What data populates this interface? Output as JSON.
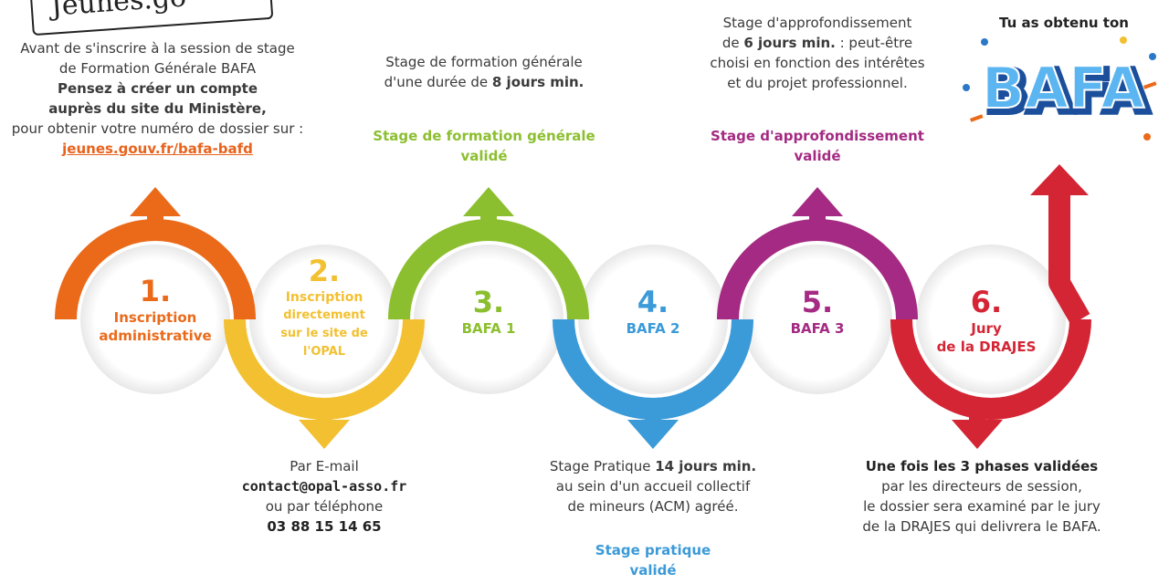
{
  "logo_text": "Jeunes.go",
  "colors": {
    "step1": "#ea6a1a",
    "step2": "#f2c030",
    "step3": "#8cbf2f",
    "step4": "#3b9ad8",
    "step5": "#a42a83",
    "step6": "#d42535",
    "link": "#e8621c"
  },
  "steps": [
    {
      "number": "1.",
      "label_lines": [
        "Inscription",
        "administrative"
      ]
    },
    {
      "number": "2.",
      "label_lines": [
        "Inscription",
        "directement",
        "sur le site de",
        "l'OPAL"
      ]
    },
    {
      "number": "3.",
      "label_lines": [
        "BAFA 1"
      ]
    },
    {
      "number": "4.",
      "label_lines": [
        "BAFA 2"
      ]
    },
    {
      "number": "5.",
      "label_lines": [
        "BAFA 3"
      ]
    },
    {
      "number": "6.",
      "label_lines": [
        "Jury",
        "de la DRAJES"
      ]
    }
  ],
  "top_left": {
    "line1": "Avant de s'inscrire à la session de stage",
    "line2": "de Formation Générale BAFA",
    "bold1": "Pensez à créer un compte",
    "bold2": "auprès du site du Ministère,",
    "line3": "pour obtenir votre numéro de dossier sur :",
    "link": "jeunes.gouv.fr/bafa-bafd"
  },
  "top_mid": {
    "line1": "Stage de formation générale",
    "line2_pre": "d'une durée de ",
    "line2_bold": "8 jours min.",
    "validated_1": "Stage de formation générale",
    "validated_2": "validé"
  },
  "top_right": {
    "line1": "Stage d'approfondissement",
    "line2_pre": "de ",
    "line2_bold": "6 jours min.",
    "line2_post": " : peut-être",
    "line3": "choisi en fonction des intérêtes",
    "line4": "et du projet professionnel.",
    "validated_1": "Stage d'approfondissement",
    "validated_2": "validé"
  },
  "final": {
    "heading": "Tu as obtenu ton",
    "badge": "BAFA"
  },
  "bottom_left": {
    "line1": "Par E-mail",
    "email": "contact@opal-asso.fr",
    "line2": "ou par téléphone",
    "phone": "03 88 15 14 65"
  },
  "bottom_mid": {
    "line1_pre": "Stage Pratique ",
    "line1_bold": "14 jours min.",
    "line2": "au sein d'un accueil collectif",
    "line3": "de mineurs (ACM) agréé.",
    "validated_1": "Stage pratique",
    "validated_2": "validé"
  },
  "bottom_right": {
    "bold": "Une fois les 3 phases validées",
    "line1": "par les directeurs de session,",
    "line2": "le dossier sera examiné par le jury",
    "line3": "de la DRAJES qui delivrera le BAFA."
  }
}
